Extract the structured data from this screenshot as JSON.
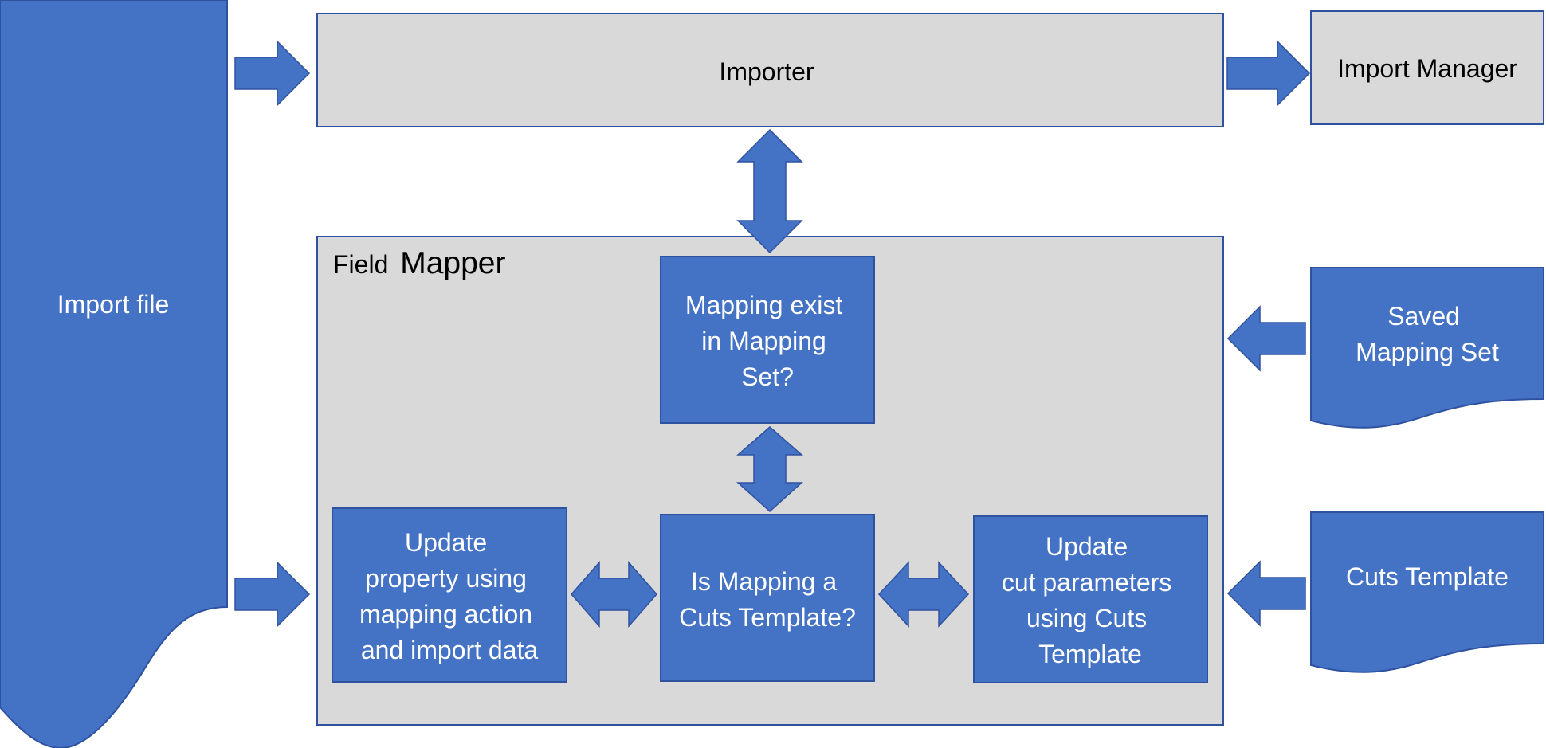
{
  "diagram": {
    "import_file": "Import file",
    "importer": "Importer",
    "import_manager": "Import Manager",
    "field_mapper": {
      "title_part1": "Field",
      "title_part2": "Mapper"
    },
    "mapping_exist": [
      "Mapping exist",
      "in Mapping",
      "Set?"
    ],
    "is_cuts_template": [
      "Is Mapping a",
      "Cuts Template?"
    ],
    "update_property": [
      "Update",
      "property using",
      "mapping action",
      "and import data"
    ],
    "update_cut_params": [
      "Update",
      "cut parameters",
      "using Cuts",
      "Template"
    ],
    "saved_mapping_set": [
      "Saved",
      "Mapping Set"
    ],
    "cuts_template": "Cuts Template"
  },
  "colors": {
    "accent_blue": "#4472c4",
    "border_blue": "#2f52a0",
    "panel_gray": "#d9d9d9"
  }
}
